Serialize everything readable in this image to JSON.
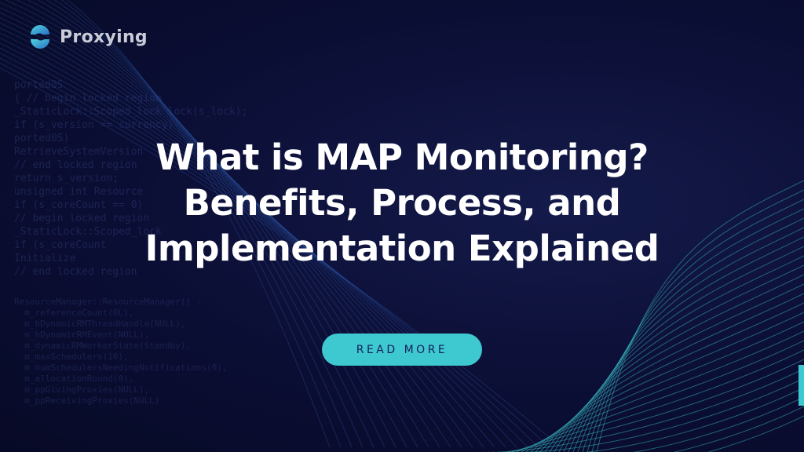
{
  "brand": {
    "name": "Proxying",
    "accent": "#3ec9d1",
    "background": "#0a0d30"
  },
  "headline": {
    "lines": [
      "What is MAP Monitoring?",
      "Benefits, Process, and",
      "Implementation Explained"
    ]
  },
  "cta": {
    "label": "READ MORE"
  },
  "background_code": {
    "left": "ported0S\n{ // begin locked region\n_StaticLock::Scoped_lock lock(s_lock);\nif (s_version == currency)\nported0S)\nRetrieveSystemVersion\n// end locked region\nreturn s_version;\nunsigned int Resource\nif (s_coreCount == 0)\n// begin locked region\n_StaticLock::Scoped_lock\nif (s_coreCount\nInitialize\n// end locked region",
    "right": "ResourceManager::ResourceManager() :\n  m_referenceCount(0L),\n  m_hDynamicRMThreadHandle(NULL),\n  m_hDynamicRMEvent(NULL),\n  m_dynamicRMWorkerState(Standby),\n  m_maxSchedulers(16),\n  m_numSchedulersNeedingNotifications(0),\n  m_allocationRound(0),\n  m_ppGivingProxies(NULL),\n  m_ppReceivingProxies(NULL)"
  }
}
